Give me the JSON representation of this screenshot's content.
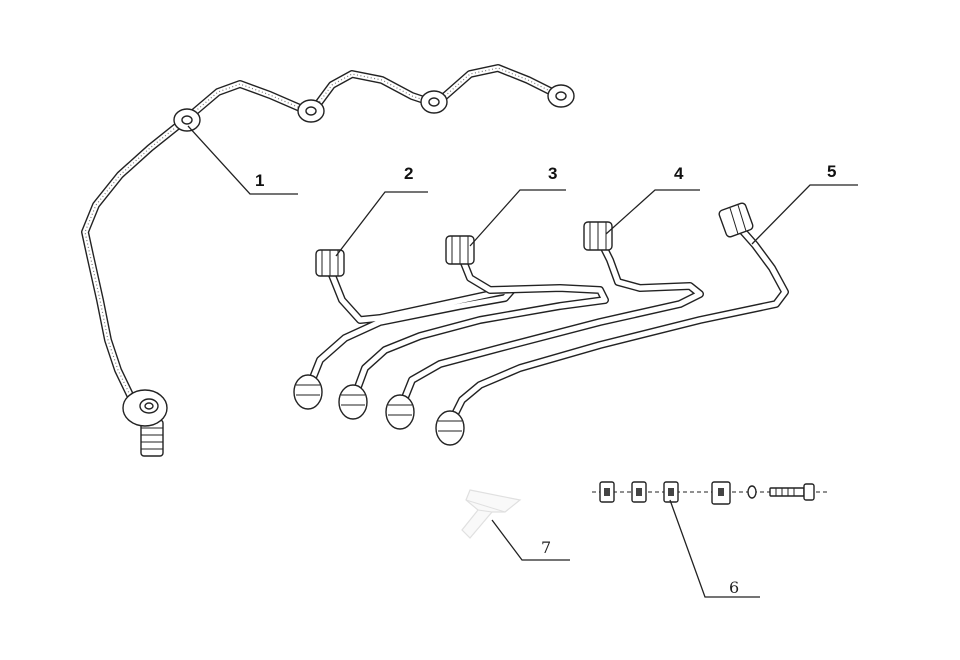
{
  "callouts": {
    "c1": "1",
    "c2": "2",
    "c3": "3",
    "c4": "4",
    "c5": "5",
    "c6": "6",
    "c7": "7"
  },
  "colors": {
    "line": "#222222",
    "background": "#ffffff",
    "faded_part": "#d0d0d0"
  }
}
